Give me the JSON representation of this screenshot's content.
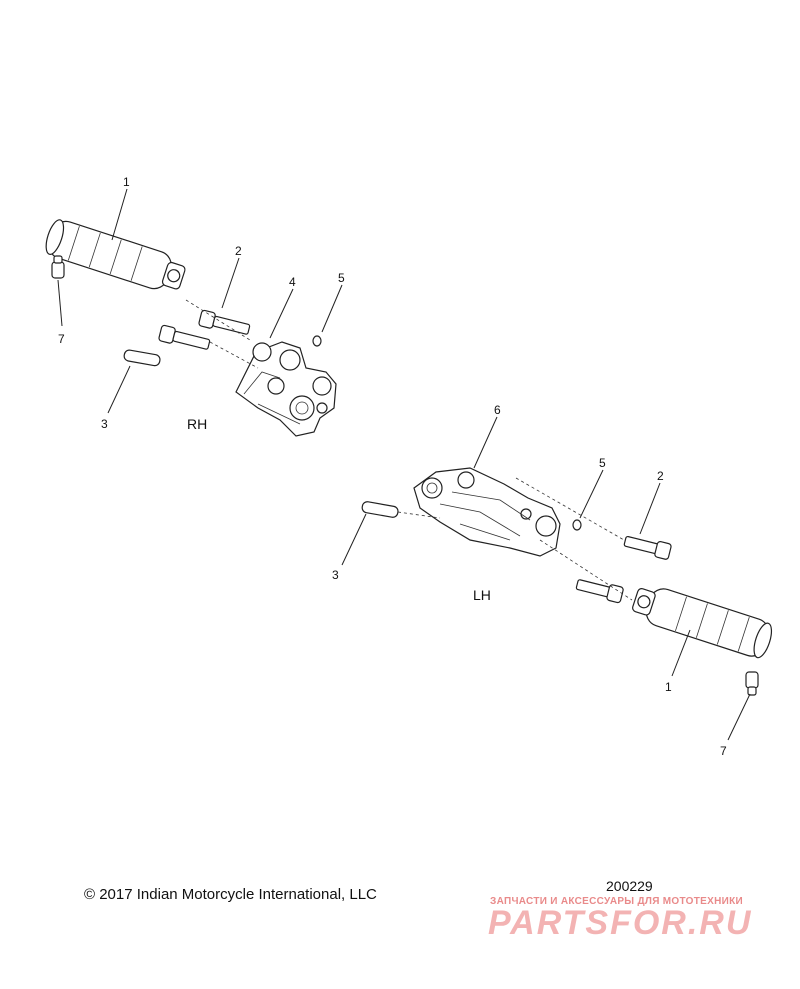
{
  "callouts": {
    "rh": [
      {
        "num": "1",
        "part": "footpeg"
      },
      {
        "num": "2",
        "part": "bolt"
      },
      {
        "num": "3",
        "part": "pin"
      },
      {
        "num": "4",
        "part": "bracket"
      },
      {
        "num": "5",
        "part": "o-ring"
      },
      {
        "num": "7",
        "part": "grease-fitting"
      }
    ],
    "lh": [
      {
        "num": "6",
        "part": "bracket"
      },
      {
        "num": "5",
        "part": "o-ring"
      },
      {
        "num": "2",
        "part": "bolt"
      },
      {
        "num": "3",
        "part": "pin"
      },
      {
        "num": "1",
        "part": "footpeg"
      },
      {
        "num": "7",
        "part": "grease-fitting"
      }
    ]
  },
  "side_labels": {
    "rh": "RH",
    "lh": "LH"
  },
  "footer": {
    "copyright": "© 2017 Indian Motorcycle International, LLC",
    "diagram_id": "200229"
  },
  "watermark": {
    "tagline": "ЗАПЧАСТИ И АКСЕССУАРЫ ДЛЯ МОТОТЕХНИКИ",
    "logo_text": "PARTSFOR.RU"
  }
}
